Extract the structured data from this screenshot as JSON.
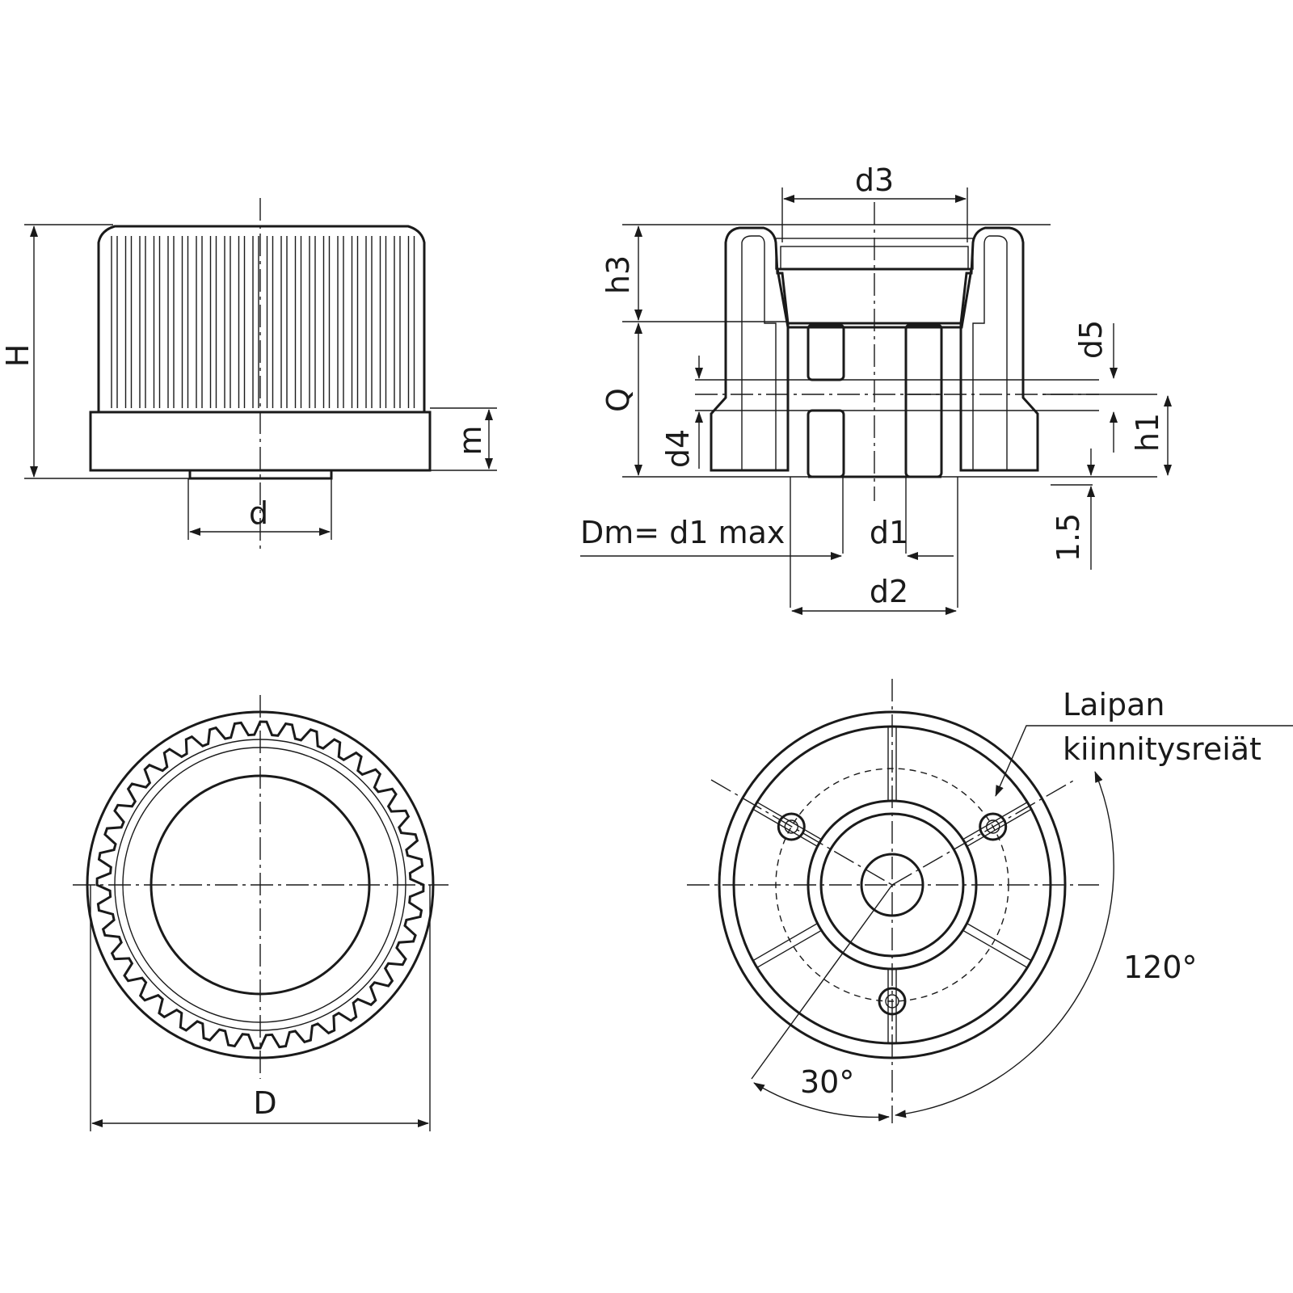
{
  "colors": {
    "pale_yellow": "#fbf5b8",
    "bright_yellow": "#fbee4a",
    "line": "#1a1a1a"
  },
  "side_view": {
    "H": "H",
    "m": "m",
    "d": "d"
  },
  "section_view": {
    "d3": "d3",
    "h3": "h3",
    "Q": "Q",
    "d4": "d4",
    "d5": "d5",
    "h1": "h1",
    "gap": "1.5",
    "dm": "Dm= d1 max",
    "d1": "d1",
    "d2": "d2"
  },
  "top_view": {
    "D": "D"
  },
  "bottom_view": {
    "note_line1": "Laipan",
    "note_line2": "kiinnitysreiät",
    "angle_120": "120°",
    "angle_30": "30°"
  }
}
